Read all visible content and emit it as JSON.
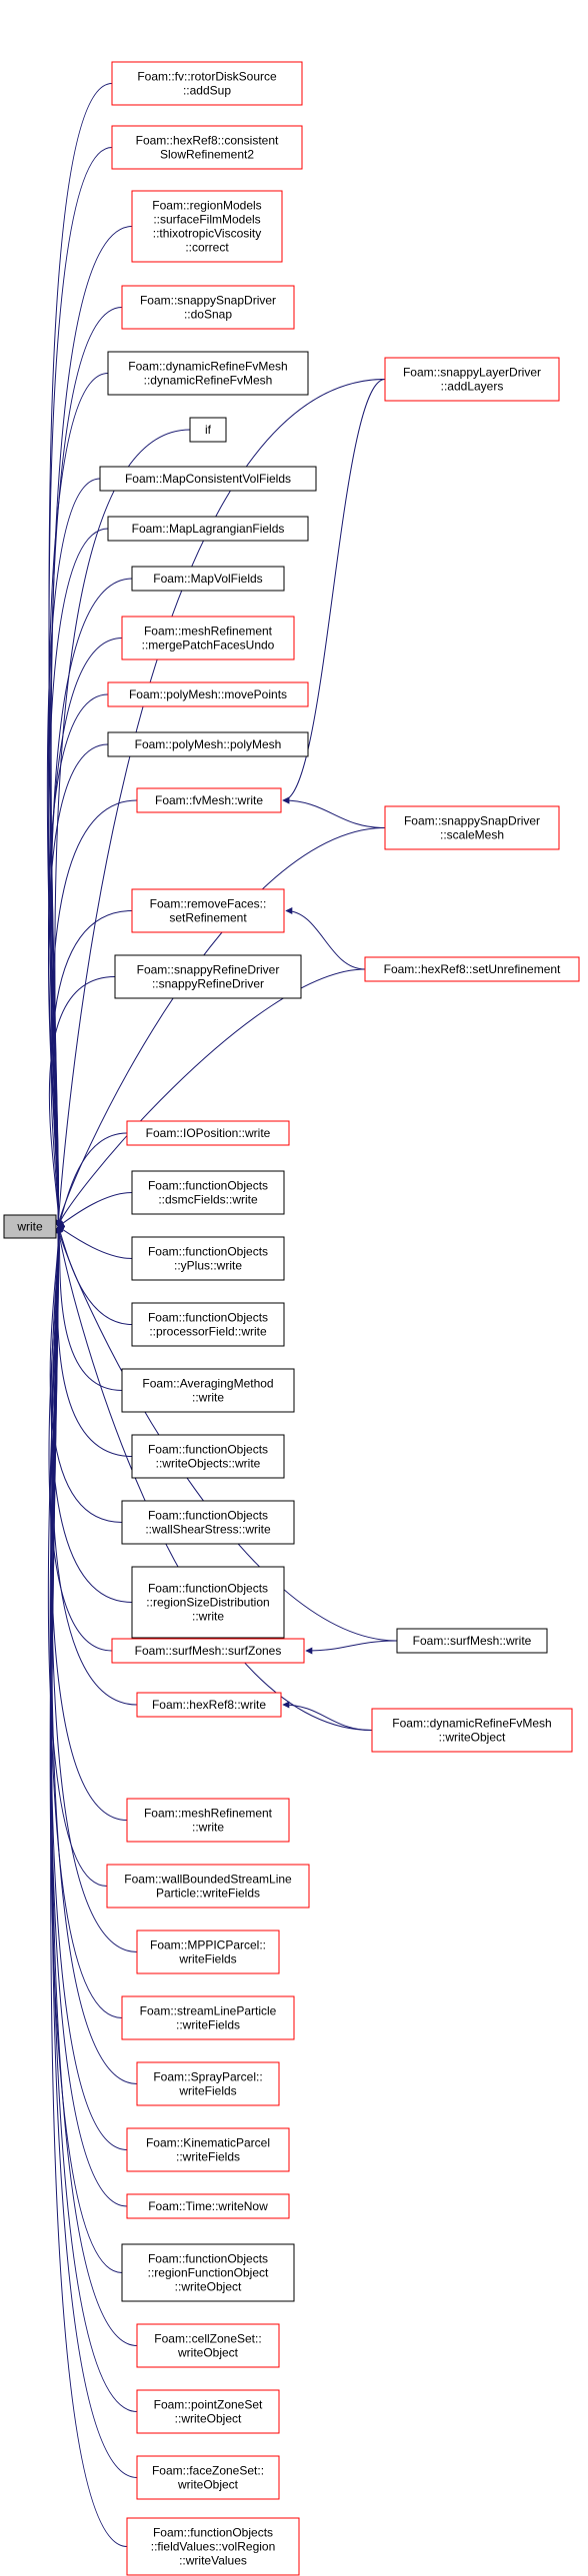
{
  "graph": {
    "root": {
      "id": "root",
      "label": [
        "write"
      ],
      "fill": "#bfbfbf"
    },
    "colors": {
      "edge": "#191970",
      "red_border": "#ff0000",
      "black_border": "#000000"
    },
    "nodes": [
      {
        "id": "n1",
        "label": [
          "Foam::fv::rotorDiskSource",
          "::addSup"
        ],
        "border": "red"
      },
      {
        "id": "n2",
        "label": [
          "Foam::hexRef8::consistent",
          "SlowRefinement2"
        ],
        "border": "red"
      },
      {
        "id": "n3",
        "label": [
          "Foam::regionModels",
          "::surfaceFilmModels",
          "::thixotropicViscosity",
          "::correct"
        ],
        "border": "red"
      },
      {
        "id": "n4",
        "label": [
          "Foam::snappySnapDriver",
          "::doSnap"
        ],
        "border": "red"
      },
      {
        "id": "n5",
        "label": [
          "Foam::dynamicRefineFvMesh",
          "::dynamicRefineFvMesh"
        ],
        "border": "black"
      },
      {
        "id": "n6",
        "label": [
          "if"
        ],
        "border": "black"
      },
      {
        "id": "n7",
        "label": [
          "Foam::MapConsistentVolFields"
        ],
        "border": "black"
      },
      {
        "id": "n8",
        "label": [
          "Foam::MapLagrangianFields"
        ],
        "border": "black"
      },
      {
        "id": "n9",
        "label": [
          "Foam::MapVolFields"
        ],
        "border": "black"
      },
      {
        "id": "n10",
        "label": [
          "Foam::meshRefinement",
          "::mergePatchFacesUndo"
        ],
        "border": "red"
      },
      {
        "id": "n11",
        "label": [
          "Foam::polyMesh::movePoints"
        ],
        "border": "red"
      },
      {
        "id": "n12",
        "label": [
          "Foam::polyMesh::polyMesh"
        ],
        "border": "black"
      },
      {
        "id": "n13",
        "label": [
          "Foam::fvMesh::write"
        ],
        "border": "red"
      },
      {
        "id": "n14",
        "label": [
          "Foam::snappyLayerDriver",
          "::addLayers"
        ],
        "border": "red"
      },
      {
        "id": "n15",
        "label": [
          "Foam::snappySnapDriver",
          "::scaleMesh"
        ],
        "border": "red"
      },
      {
        "id": "n16",
        "label": [
          "Foam::removeFaces::",
          "setRefinement"
        ],
        "border": "red"
      },
      {
        "id": "n17",
        "label": [
          "Foam::snappyRefineDriver",
          "::snappyRefineDriver"
        ],
        "border": "black"
      },
      {
        "id": "n18",
        "label": [
          "Foam::hexRef8::setUnrefinement"
        ],
        "border": "red"
      },
      {
        "id": "n19",
        "label": [
          "Foam::IOPosition::write"
        ],
        "border": "red"
      },
      {
        "id": "n20",
        "label": [
          "Foam::functionObjects",
          "::dsmcFields::write"
        ],
        "border": "black"
      },
      {
        "id": "n21",
        "label": [
          "Foam::functionObjects",
          "::yPlus::write"
        ],
        "border": "black"
      },
      {
        "id": "n22",
        "label": [
          "Foam::functionObjects",
          "::processorField::write"
        ],
        "border": "black"
      },
      {
        "id": "n23",
        "label": [
          "Foam::AveragingMethod",
          "::write"
        ],
        "border": "black"
      },
      {
        "id": "n24",
        "label": [
          "Foam::functionObjects",
          "::writeObjects::write"
        ],
        "border": "black"
      },
      {
        "id": "n25",
        "label": [
          "Foam::functionObjects",
          "::wallShearStress::write"
        ],
        "border": "black"
      },
      {
        "id": "n26",
        "label": [
          "Foam::functionObjects",
          "::regionSizeDistribution",
          "::write"
        ],
        "border": "black"
      },
      {
        "id": "n27",
        "label": [
          "Foam::surfMesh::surfZones"
        ],
        "border": "red"
      },
      {
        "id": "n28",
        "label": [
          "Foam::surfMesh::write"
        ],
        "border": "black"
      },
      {
        "id": "n29",
        "label": [
          "Foam::hexRef8::write"
        ],
        "border": "red"
      },
      {
        "id": "n30",
        "label": [
          "Foam::dynamicRefineFvMesh",
          "::writeObject"
        ],
        "border": "red"
      },
      {
        "id": "n31",
        "label": [
          "Foam::meshRefinement",
          "::write"
        ],
        "border": "red"
      },
      {
        "id": "n32",
        "label": [
          "Foam::wallBoundedStreamLine",
          "Particle::writeFields"
        ],
        "border": "red"
      },
      {
        "id": "n33",
        "label": [
          "Foam::MPPICParcel::",
          "writeFields"
        ],
        "border": "red"
      },
      {
        "id": "n34",
        "label": [
          "Foam::streamLineParticle",
          "::writeFields"
        ],
        "border": "red"
      },
      {
        "id": "n35",
        "label": [
          "Foam::SprayParcel::",
          "writeFields"
        ],
        "border": "red"
      },
      {
        "id": "n36",
        "label": [
          "Foam::KinematicParcel",
          "::writeFields"
        ],
        "border": "red"
      },
      {
        "id": "n37",
        "label": [
          "Foam::Time::writeNow"
        ],
        "border": "red"
      },
      {
        "id": "n38",
        "label": [
          "Foam::functionObjects",
          "::regionFunctionObject",
          "::writeObject"
        ],
        "border": "black"
      },
      {
        "id": "n39",
        "label": [
          "Foam::cellZoneSet::",
          "writeObject"
        ],
        "border": "red"
      },
      {
        "id": "n40",
        "label": [
          "Foam::pointZoneSet",
          "::writeObject"
        ],
        "border": "red"
      },
      {
        "id": "n41",
        "label": [
          "Foam::faceZoneSet::",
          "writeObject"
        ],
        "border": "red"
      },
      {
        "id": "n42",
        "label": [
          "Foam::functionObjects",
          "::fieldValues::volRegion",
          "::writeValues"
        ],
        "border": "red"
      }
    ],
    "edges": [
      {
        "from": "n14",
        "to": "root"
      },
      {
        "from": "n1",
        "to": "root"
      },
      {
        "from": "n2",
        "to": "root"
      },
      {
        "from": "n3",
        "to": "root"
      },
      {
        "from": "n4",
        "to": "root"
      },
      {
        "from": "n5",
        "to": "root"
      },
      {
        "from": "n6",
        "to": "root"
      },
      {
        "from": "n7",
        "to": "root"
      },
      {
        "from": "n8",
        "to": "root"
      },
      {
        "from": "n9",
        "to": "root"
      },
      {
        "from": "n10",
        "to": "root"
      },
      {
        "from": "n11",
        "to": "root"
      },
      {
        "from": "n12",
        "to": "root"
      },
      {
        "from": "n13",
        "to": "root"
      },
      {
        "from": "n15",
        "to": "root"
      },
      {
        "from": "n16",
        "to": "root"
      },
      {
        "from": "n17",
        "to": "root"
      },
      {
        "from": "n18",
        "to": "root"
      },
      {
        "from": "n28",
        "to": "root"
      },
      {
        "from": "n19",
        "to": "root"
      },
      {
        "from": "n20",
        "to": "root"
      },
      {
        "from": "n21",
        "to": "root"
      },
      {
        "from": "n22",
        "to": "root"
      },
      {
        "from": "n23",
        "to": "root"
      },
      {
        "from": "n24",
        "to": "root"
      },
      {
        "from": "n25",
        "to": "root"
      },
      {
        "from": "n26",
        "to": "root"
      },
      {
        "from": "n27",
        "to": "root"
      },
      {
        "from": "n29",
        "to": "root"
      },
      {
        "from": "n30",
        "to": "root"
      },
      {
        "from": "n31",
        "to": "root"
      },
      {
        "from": "n32",
        "to": "root"
      },
      {
        "from": "n33",
        "to": "root"
      },
      {
        "from": "n34",
        "to": "root"
      },
      {
        "from": "n35",
        "to": "root"
      },
      {
        "from": "n36",
        "to": "root"
      },
      {
        "from": "n37",
        "to": "root"
      },
      {
        "from": "n38",
        "to": "root"
      },
      {
        "from": "n39",
        "to": "root"
      },
      {
        "from": "n40",
        "to": "root"
      },
      {
        "from": "n41",
        "to": "root"
      },
      {
        "from": "n42",
        "to": "root"
      },
      {
        "from": "n14",
        "to": "n13"
      },
      {
        "from": "n15",
        "to": "n13"
      },
      {
        "from": "n18",
        "to": "n16"
      },
      {
        "from": "n28",
        "to": "n27"
      },
      {
        "from": "n30",
        "to": "n29"
      }
    ]
  }
}
